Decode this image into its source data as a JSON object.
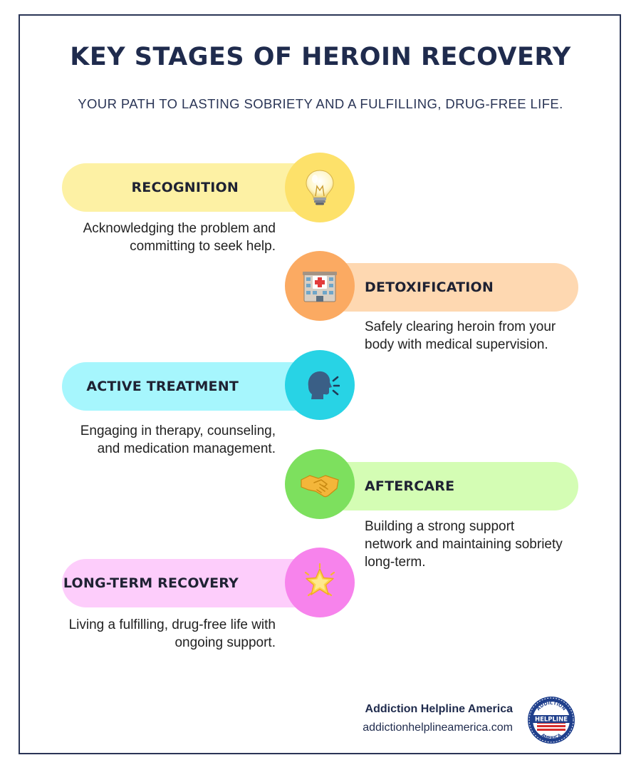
{
  "title": "KEY STAGES OF HEROIN RECOVERY",
  "subtitle": "YOUR PATH TO LASTING SOBRIETY AND A FULFILLING, DRUG-FREE LIFE.",
  "stages": [
    {
      "label": "RECOGNITION",
      "description": "Acknowledging the problem and committing to seek help.",
      "icon": "lightbulb-icon",
      "pill_color": "#fdf1a4",
      "circle_color": "#fde16a"
    },
    {
      "label": "DETOXIFICATION",
      "description": "Safely clearing heroin from your body with medical supervision.",
      "icon": "hospital-icon",
      "pill_color": "#fed8b1",
      "circle_color": "#fbaa62"
    },
    {
      "label": "ACTIVE TREATMENT",
      "description": "Engaging in therapy, counseling, and medication management.",
      "icon": "speaking-head-icon",
      "pill_color": "#a6f6fd",
      "circle_color": "#28d3e5"
    },
    {
      "label": "AFTERCARE",
      "description": "Building a strong support network and maintaining sobriety long-term.",
      "icon": "handshake-icon",
      "pill_color": "#d4fdb4",
      "circle_color": "#7de05e"
    },
    {
      "label": "LONG-TERM RECOVERY",
      "description": "Living a fulfilling, drug-free life with ongoing support.",
      "icon": "glowing-star-icon",
      "pill_color": "#fdcdfb",
      "circle_color": "#f783ec"
    }
  ],
  "footer": {
    "brand_name": "Addiction Helpline America",
    "url": "addictionhelplineamerica.com",
    "logo_text": "HELPLINE",
    "logo_arc_top": "ADDICTION",
    "logo_arc_bottom": "AMERICA",
    "logo_icon": "helpline-badge-icon"
  }
}
